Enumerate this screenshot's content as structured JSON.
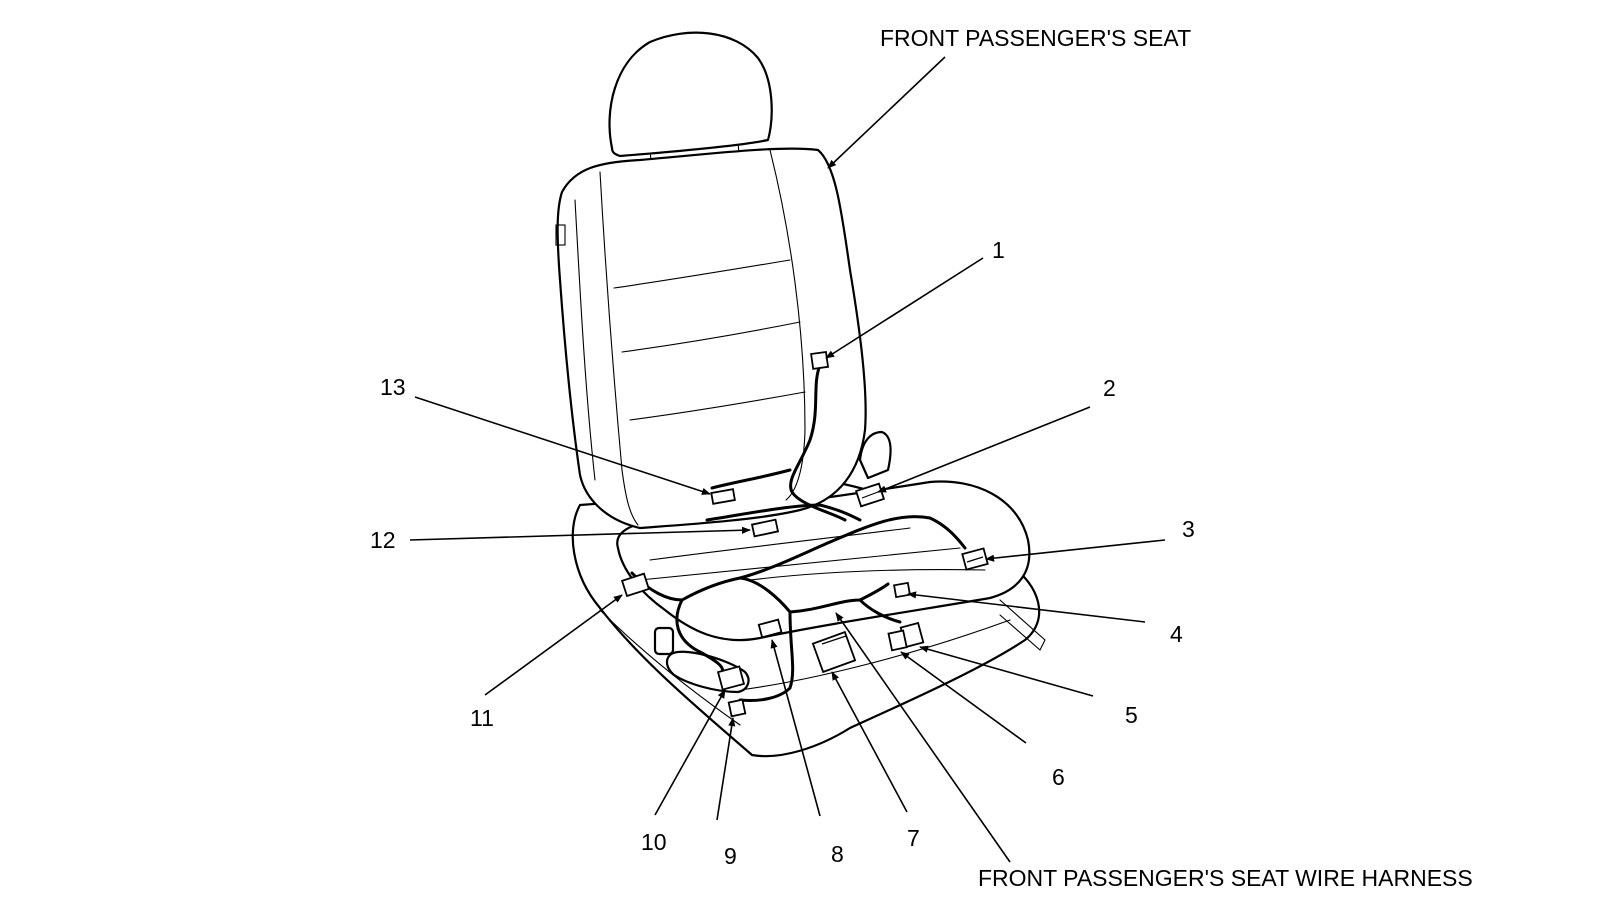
{
  "labels": {
    "seat": "FRONT PASSENGER'S SEAT",
    "harness": "FRONT PASSENGER'S SEAT WIRE HARNESS"
  },
  "callouts": [
    "1",
    "2",
    "3",
    "4",
    "5",
    "6",
    "7",
    "8",
    "9",
    "10",
    "11",
    "12",
    "13"
  ]
}
